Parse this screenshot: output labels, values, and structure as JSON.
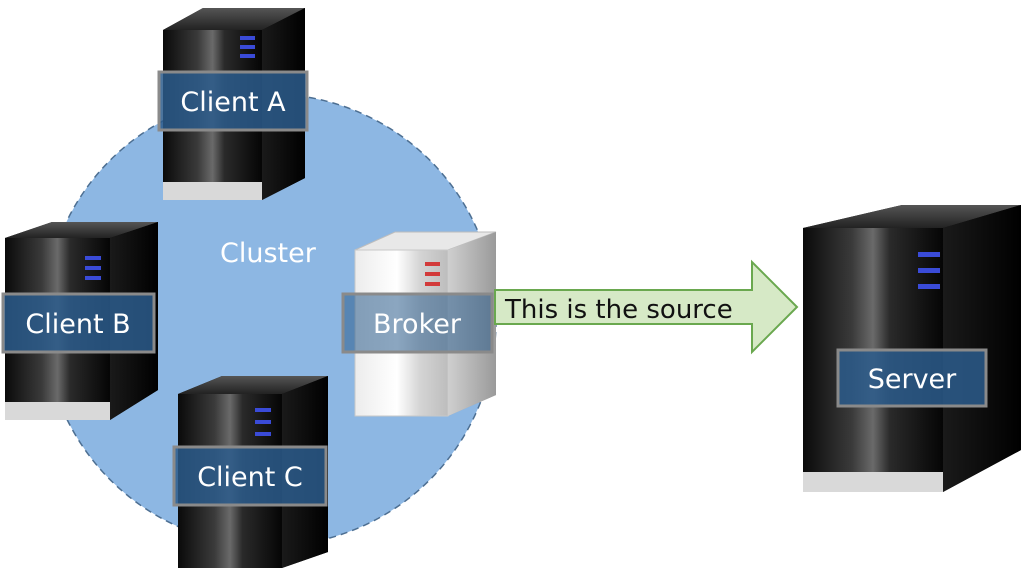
{
  "diagram": {
    "cluster_label": "Cluster",
    "arrow_label": "This is the source",
    "nodes": {
      "client_a": "Client A",
      "client_b": "Client B",
      "client_c": "Client C",
      "broker": "Broker",
      "server": "Server"
    },
    "colors": {
      "cluster_fill": "#8db7e3",
      "cluster_stroke": "#4d6f92",
      "label_fill": "#2c5c8c",
      "label_border": "#8a8a8a",
      "arrow_fill": "#d6e9c6",
      "arrow_stroke": "#6aa84f",
      "indicator_blue": "#3a4bd8",
      "indicator_red": "#d23a3a"
    }
  }
}
